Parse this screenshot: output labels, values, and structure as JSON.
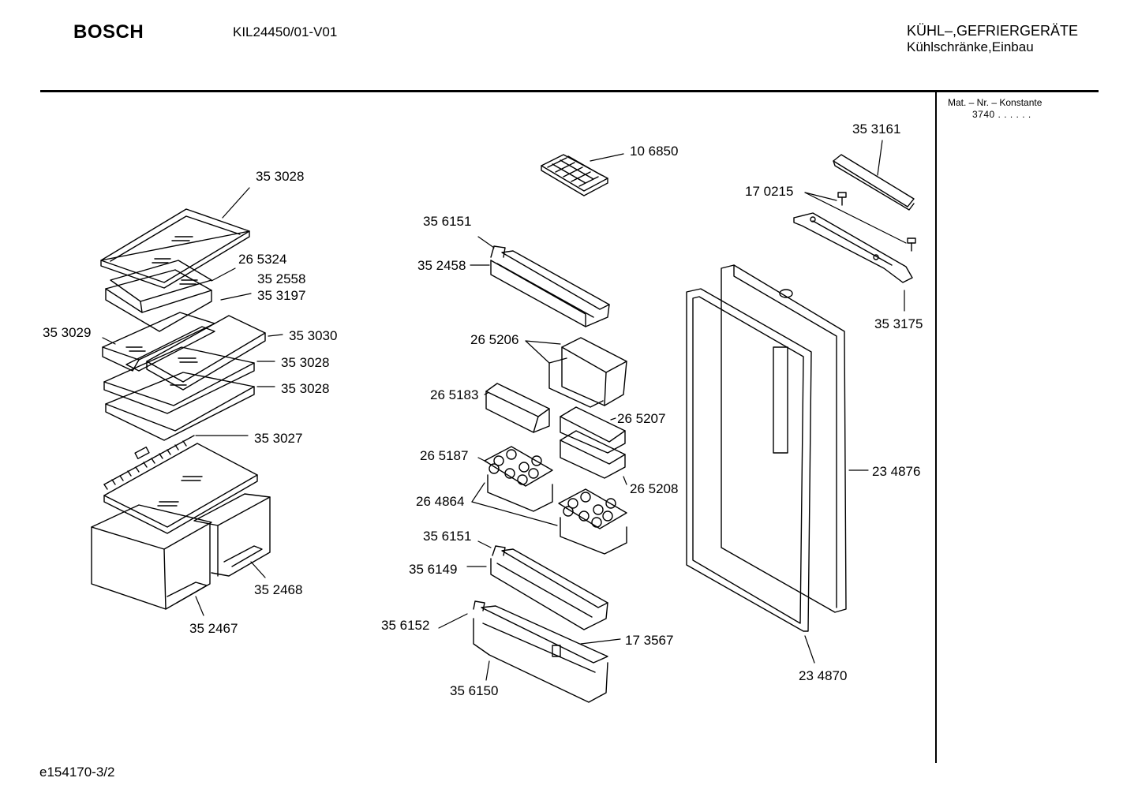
{
  "header": {
    "brand": "BOSCH",
    "model": "KIL24450/01-V01",
    "category": "KÜHL–,GEFRIERGERÄTE",
    "subcategory": "Kühlschränke,Einbau"
  },
  "side_panel": {
    "title": "Mat. – Nr. – Konstante",
    "value": "3740 .  .   .  .  .  ."
  },
  "footer": {
    "doc_id": "e154170-3/2"
  },
  "parts": [
    {
      "id": "p01",
      "label": "35 3028"
    },
    {
      "id": "p02",
      "label": "26 5324"
    },
    {
      "id": "p03",
      "label": "35 2558"
    },
    {
      "id": "p04",
      "label": "35 3197"
    },
    {
      "id": "p05",
      "label": "35 3029"
    },
    {
      "id": "p06",
      "label": "35 3030"
    },
    {
      "id": "p07",
      "label": "35 3028"
    },
    {
      "id": "p08",
      "label": "35 3028"
    },
    {
      "id": "p09",
      "label": "35 3027"
    },
    {
      "id": "p10",
      "label": "35 2468"
    },
    {
      "id": "p11",
      "label": "35 2467"
    },
    {
      "id": "p12",
      "label": "10 6850"
    },
    {
      "id": "p13",
      "label": "35 6151"
    },
    {
      "id": "p14",
      "label": "35 2458"
    },
    {
      "id": "p15",
      "label": "26 5206"
    },
    {
      "id": "p16",
      "label": "26 5183"
    },
    {
      "id": "p17",
      "label": "26 5207"
    },
    {
      "id": "p18",
      "label": "26 5187"
    },
    {
      "id": "p19",
      "label": "26 5208"
    },
    {
      "id": "p20",
      "label": "26 4864"
    },
    {
      "id": "p21",
      "label": "35 6151"
    },
    {
      "id": "p22",
      "label": "35 6149"
    },
    {
      "id": "p23",
      "label": "35 6152"
    },
    {
      "id": "p24",
      "label": "17 3567"
    },
    {
      "id": "p25",
      "label": "35 6150"
    },
    {
      "id": "p26",
      "label": "35 3161"
    },
    {
      "id": "p27",
      "label": "17 0215"
    },
    {
      "id": "p28",
      "label": "35 3175"
    },
    {
      "id": "p29",
      "label": "23 4876"
    },
    {
      "id": "p30",
      "label": "23 4870"
    }
  ]
}
